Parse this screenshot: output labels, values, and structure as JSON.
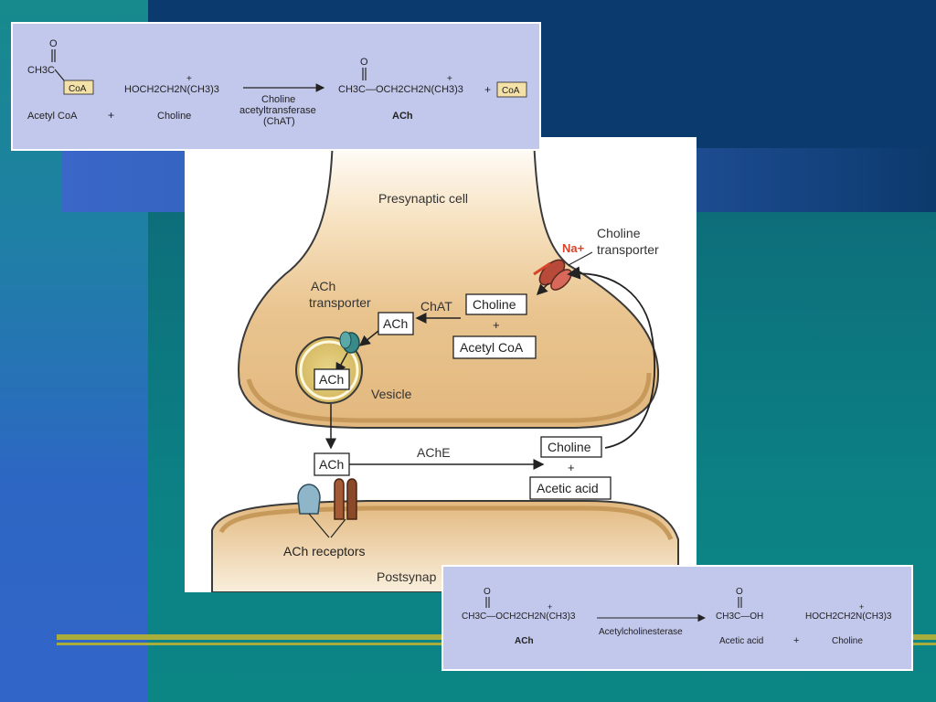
{
  "top_reaction": {
    "acetyl_coa_carbonyl": "O",
    "acetyl_coa_ch3c": "CH3C",
    "acetyl_coa_coa": "CoA",
    "choline_formula": "HOCH2CH2N(CH3)3",
    "choline_charge": "+",
    "enzyme_line1": "Choline",
    "enzyme_line2": "acetyltransferase",
    "enzyme_line3": "(ChAT)",
    "ach_carbonyl": "O",
    "ach_formula": "CH3C—OCH2CH2N(CH3)3",
    "ach_charge": "+",
    "plus2": "+",
    "coa_product": "CoA",
    "label_acetyl_coa": "Acetyl CoA",
    "plus1": "+",
    "label_choline": "Choline",
    "label_ach": "ACh"
  },
  "synapse": {
    "presynaptic_label": "Presynaptic cell",
    "na_label": "Na+",
    "choline_transporter_line1": "Choline",
    "choline_transporter_line2": "transporter",
    "ach_transporter_line1": "ACh",
    "ach_transporter_line2": "transporter",
    "chat_label": "ChAT",
    "choline_box": "Choline",
    "plus_inner": "+",
    "acetyl_coa_box": "Acetyl CoA",
    "ach_box_cytosol": "ACh",
    "ach_box_vesicle": "ACh",
    "vesicle_label": "Vesicle",
    "ach_box_cleft": "ACh",
    "ache_label": "AChE",
    "choline_cleft_box": "Choline",
    "plus_cleft": "+",
    "acetic_acid_box": "Acetic acid",
    "receptors_label": "ACh receptors",
    "postsynaptic_label": "Postsynap"
  },
  "bottom_reaction": {
    "ach_carbonyl": "O",
    "ach_formula": "CH3C—OCH2CH2N(CH3)3",
    "ach_charge": "+",
    "enzyme": "Acetylcholinesterase",
    "acetic_carbonyl": "O",
    "acetic_formula": "CH3C—OH",
    "choline_formula": "HOCH2CH2N(CH3)3",
    "choline_charge": "+",
    "label_ach": "ACh",
    "label_acetic_acid": "Acetic acid",
    "plus": "+",
    "label_choline": "Choline"
  },
  "colors": {
    "panel": "#c2c7ec",
    "cell_fill": "#e6bf88",
    "na_red": "#d8452a",
    "transporter_teal": "#3a8a8a",
    "receptor_brown": "#8a4a2a"
  }
}
